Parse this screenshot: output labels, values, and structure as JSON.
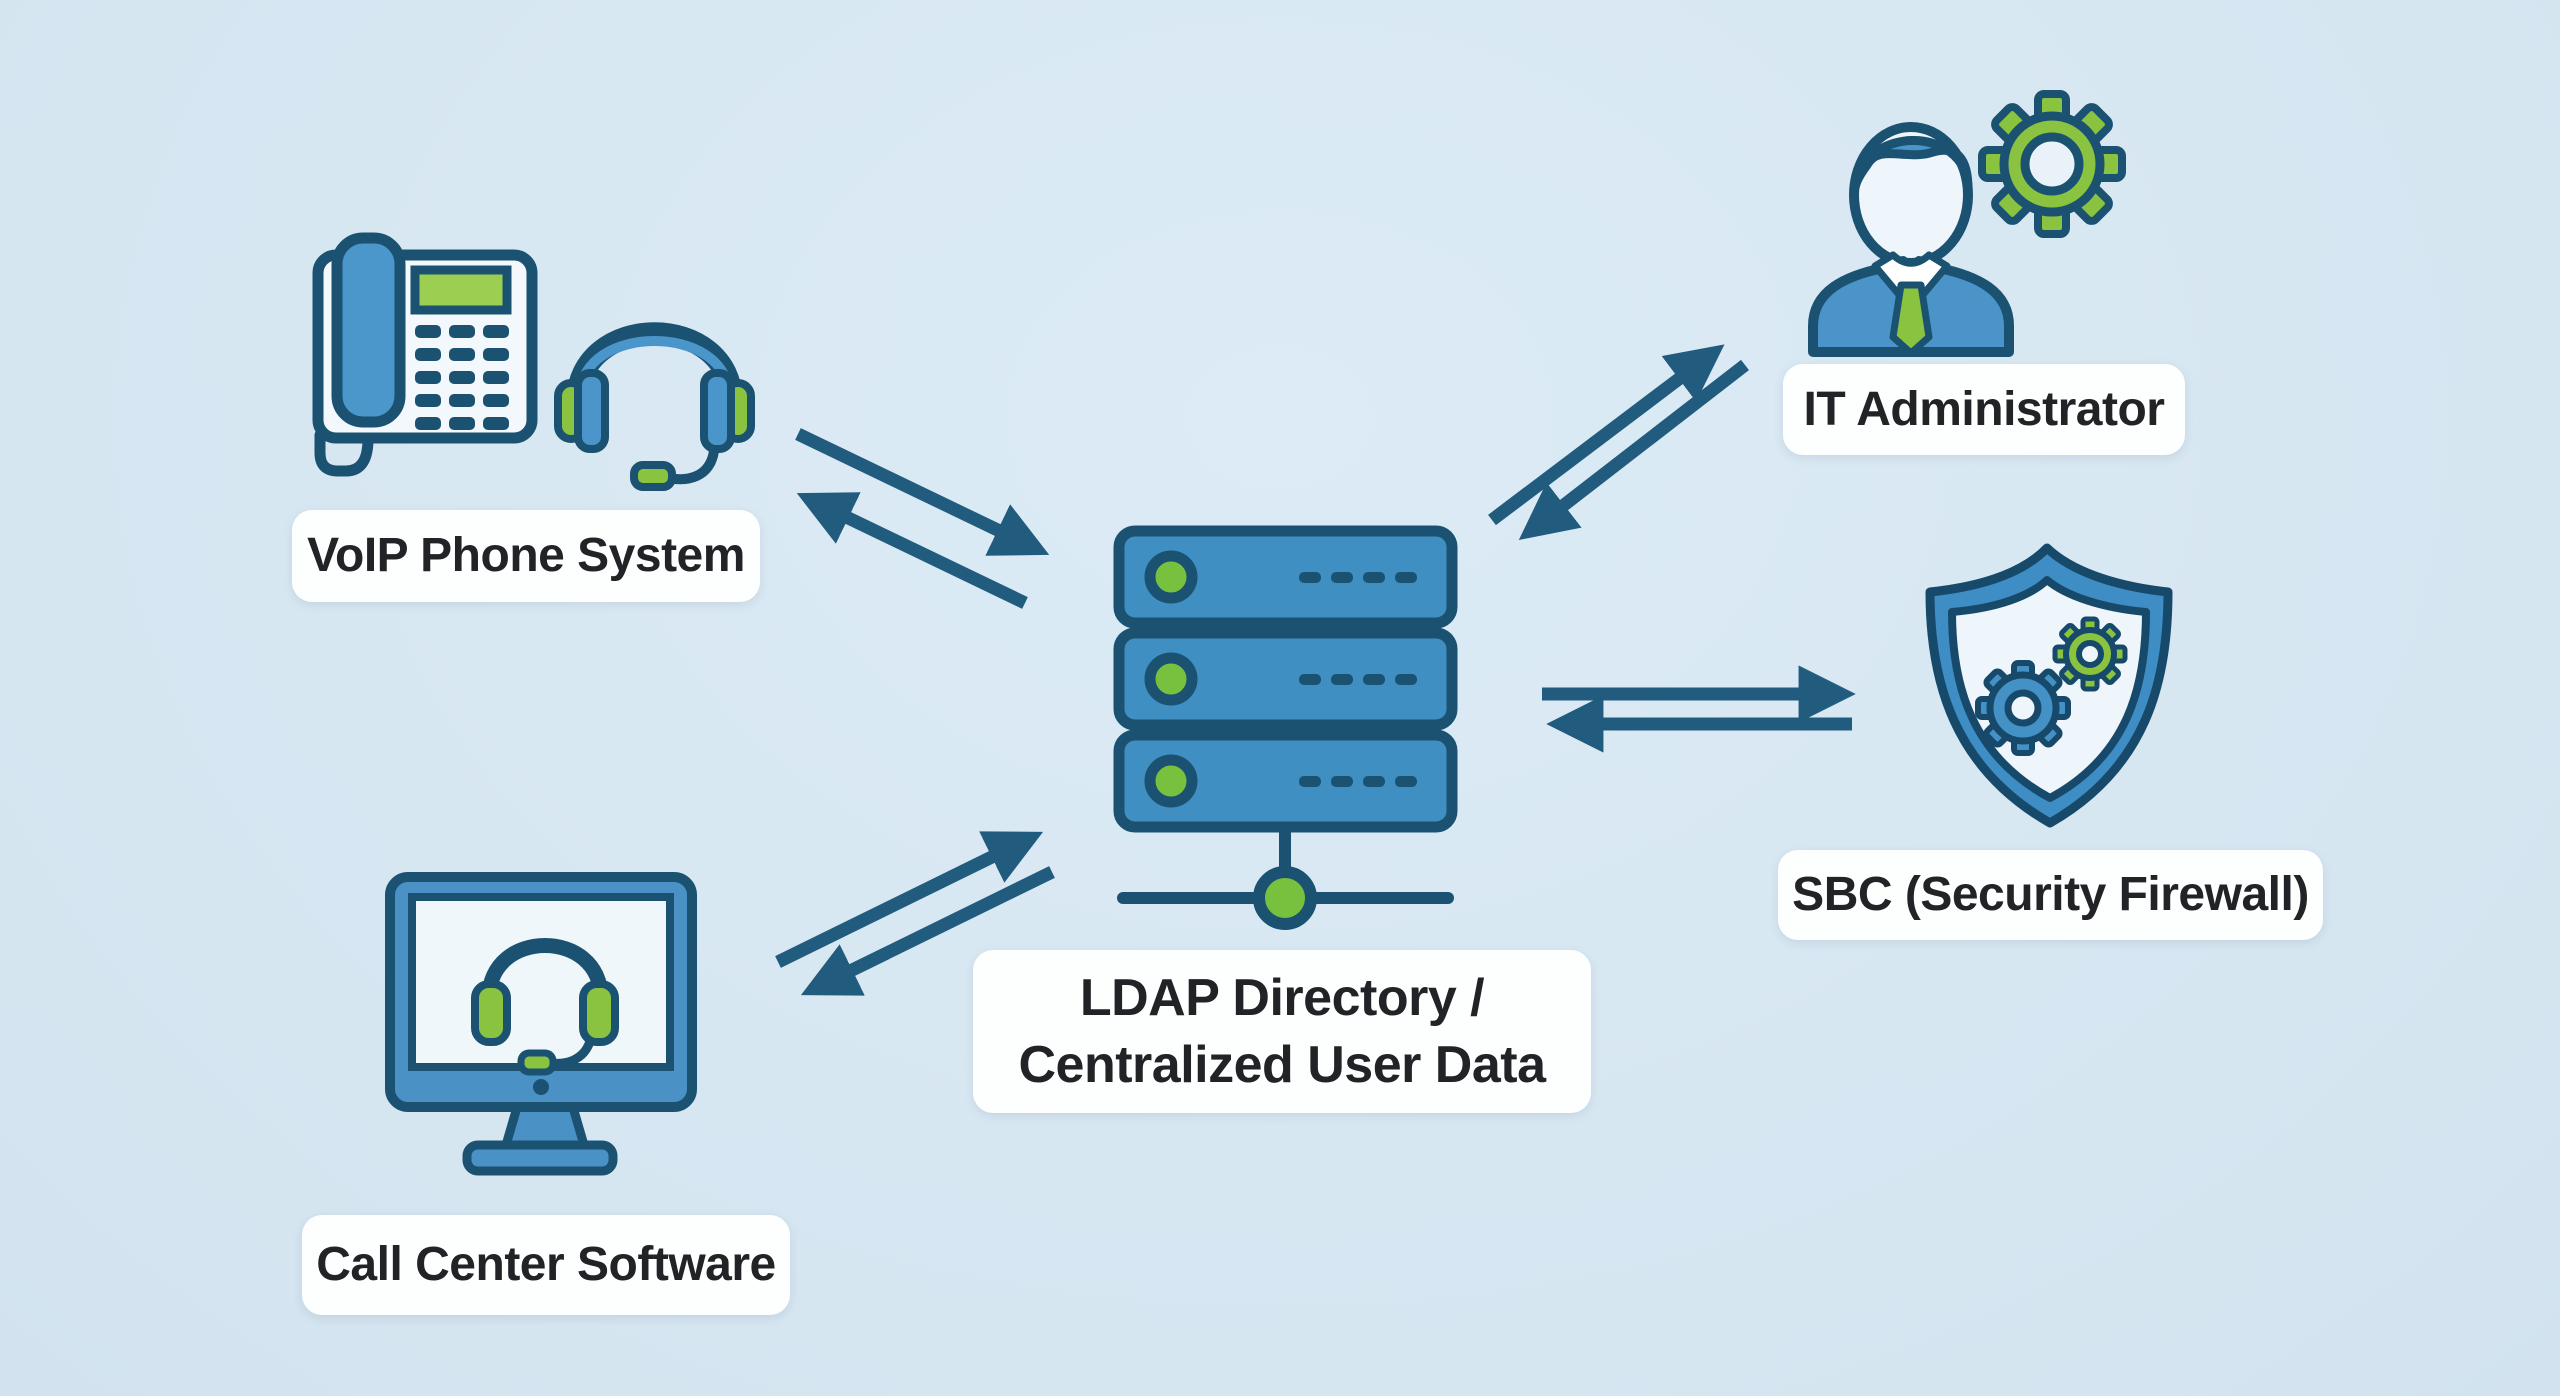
{
  "diagram": {
    "nodes": {
      "voip": {
        "label": "VoIP Phone System",
        "icons": [
          "desk-phone-icon",
          "headset-icon"
        ]
      },
      "call_center": {
        "label": "Call Center Software",
        "icons": [
          "monitor-icon",
          "headset-icon"
        ]
      },
      "ldap": {
        "line1": "LDAP Directory /",
        "line2": "Centralized User Data",
        "icons": [
          "server-stack-icon",
          "network-node-icon"
        ]
      },
      "it_admin": {
        "label": "IT Administrator",
        "icons": [
          "person-icon",
          "gear-icon"
        ]
      },
      "sbc": {
        "label": "SBC (Security Firewall)",
        "icons": [
          "shield-icon",
          "gear-icon"
        ]
      }
    },
    "connections": [
      {
        "from": "voip",
        "to": "ldap",
        "bidirectional": true
      },
      {
        "from": "call_center",
        "to": "ldap",
        "bidirectional": true
      },
      {
        "from": "it_admin",
        "to": "ldap",
        "bidirectional": true
      },
      {
        "from": "sbc",
        "to": "ldap",
        "bidirectional": true
      }
    ],
    "colors": {
      "background": "#d7e7f2",
      "outline": "#1b5271",
      "arrow": "#215b7e",
      "primary_blue": "#4491c6",
      "accent_green": "#8ac340",
      "screen_green": "#9bce51",
      "light_fill": "#eef5fb",
      "label_bg": "#fdfefe",
      "label_text": "#212326"
    }
  }
}
